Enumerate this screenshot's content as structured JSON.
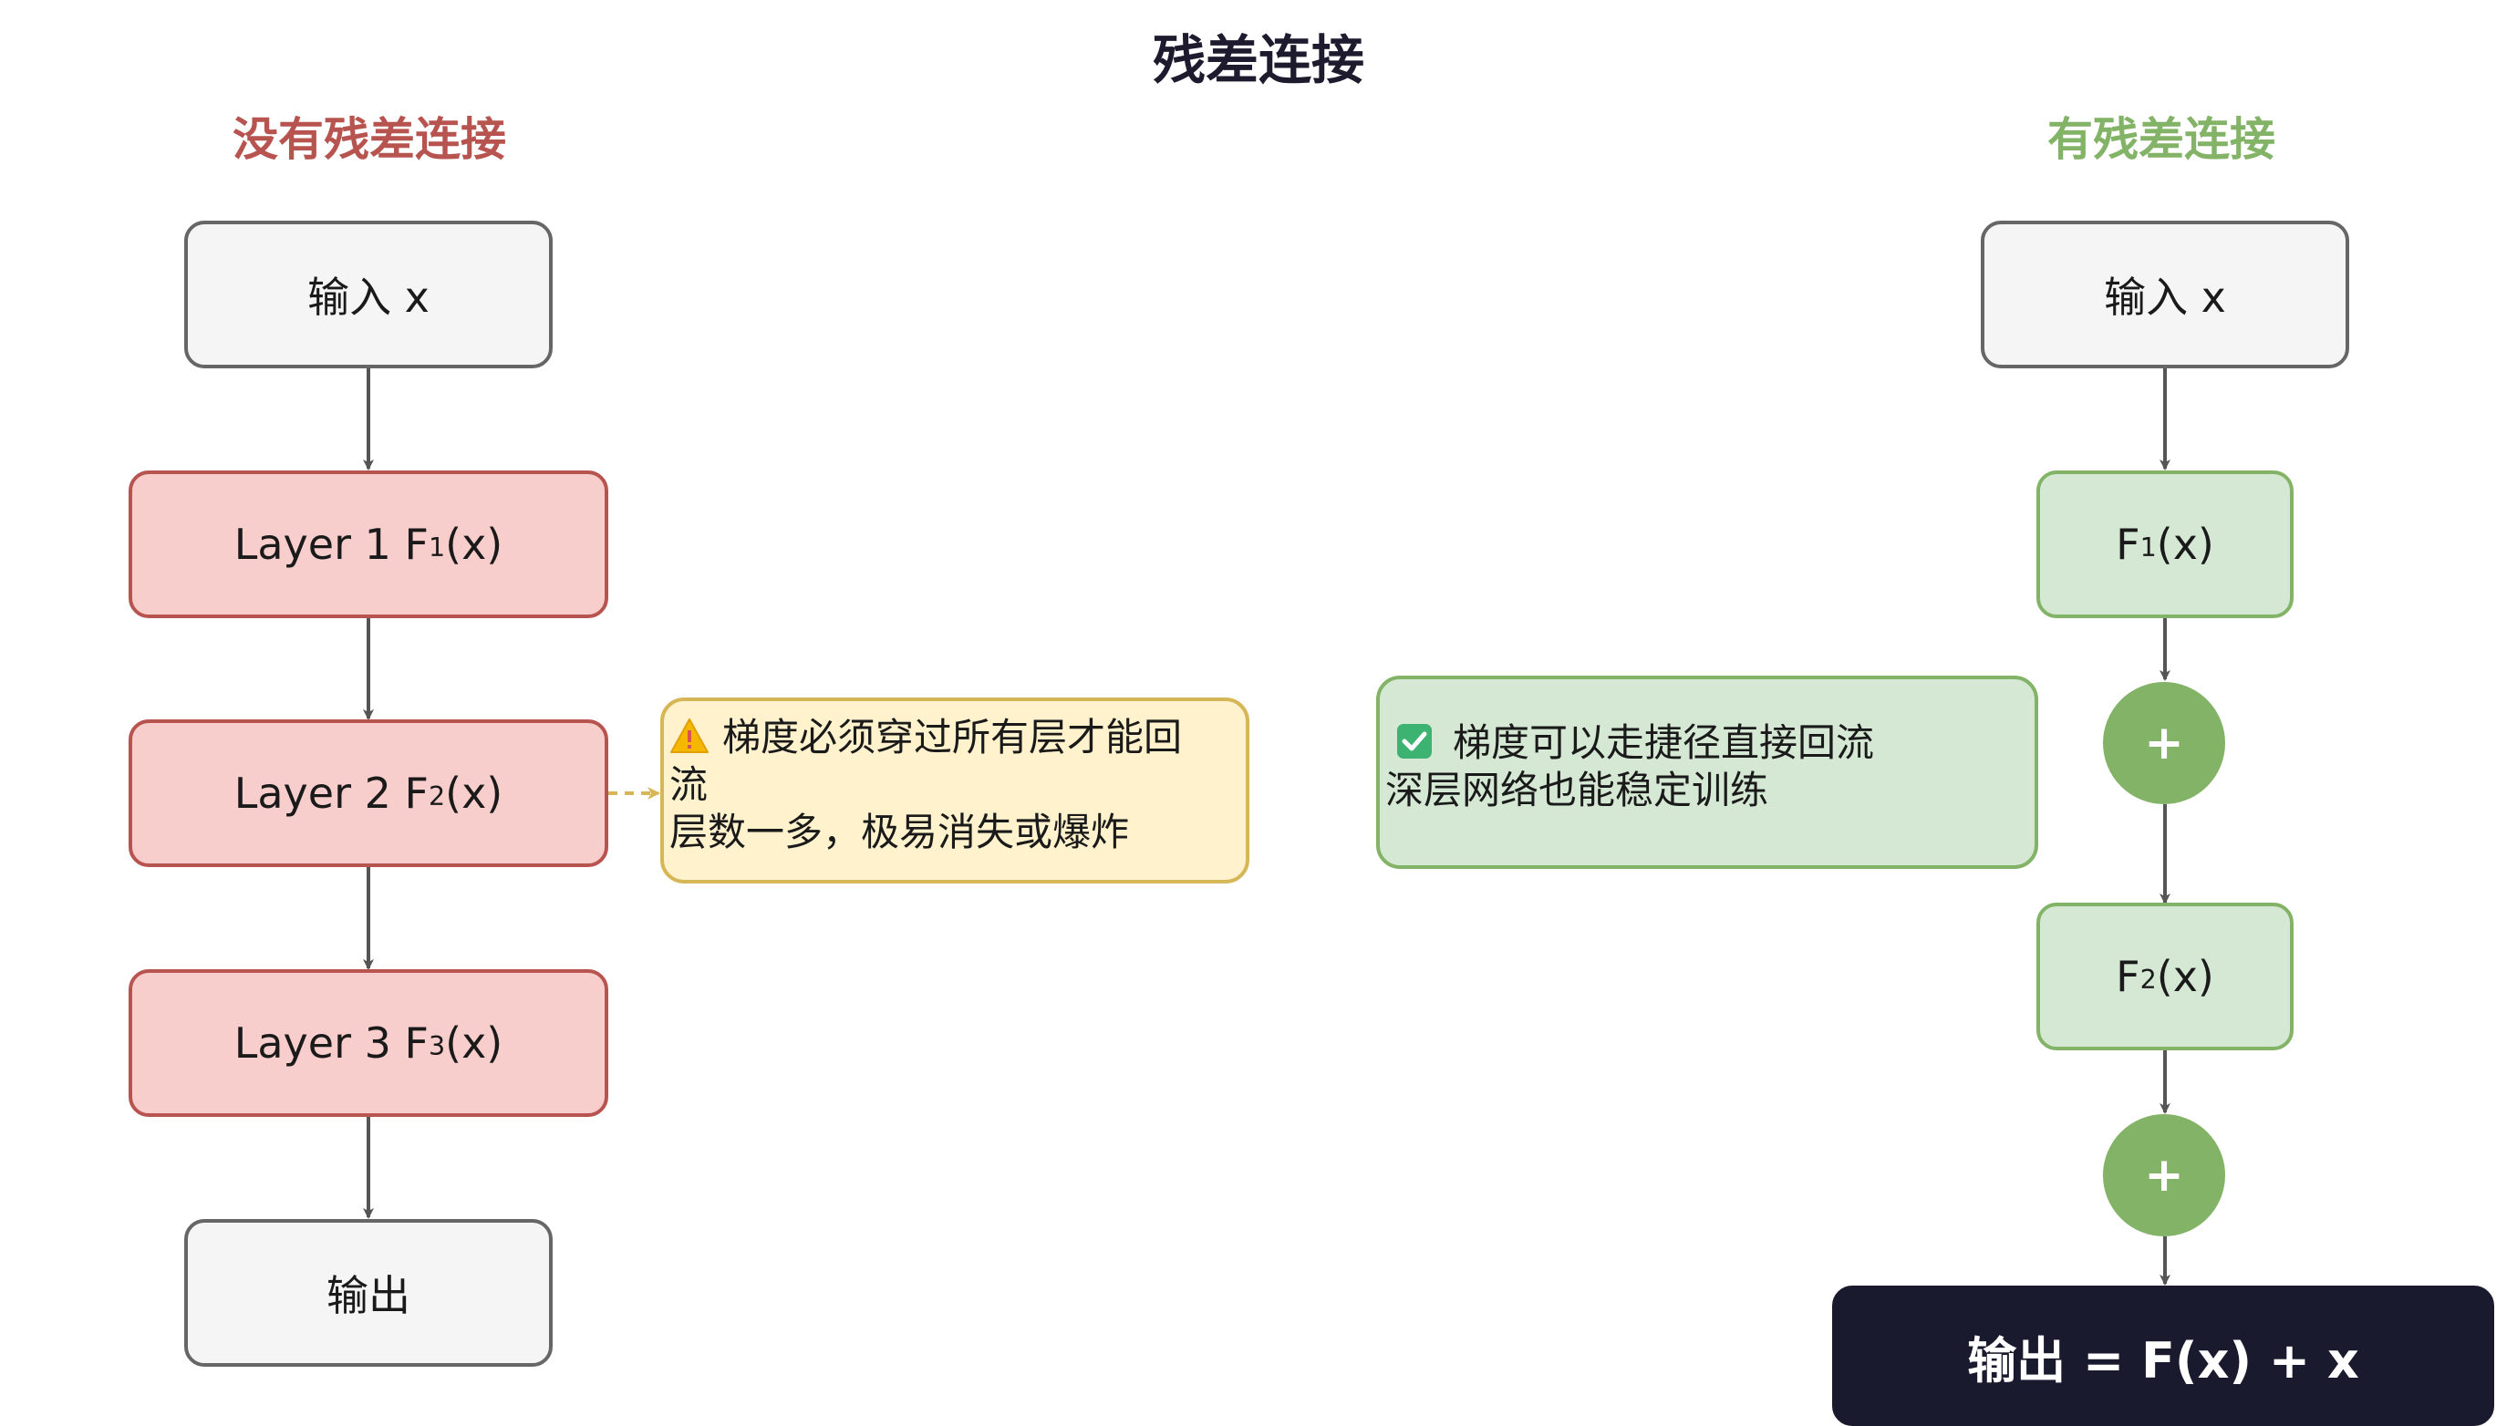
{
  "title": "残差连接",
  "left": {
    "heading": "没有残差连接",
    "input": "输入 x",
    "layers": [
      {
        "text": "Layer 1 F",
        "sub": "1",
        "tail": "(x)"
      },
      {
        "text": "Layer 2 F",
        "sub": "2",
        "tail": "(x)"
      },
      {
        "text": "Layer 3 F",
        "sub": "3",
        "tail": "(x)"
      }
    ],
    "output": "输出",
    "note": {
      "icon": "warning-icon",
      "line1": "梯度必须穿过所有层才能回",
      "line2": "流",
      "line3": "层数一多，极易消失或爆炸"
    }
  },
  "right": {
    "heading": "有残差连接",
    "input": "输入 x",
    "blocks": [
      {
        "text": "F",
        "sub": "1",
        "tail": "(x)"
      },
      {
        "text": "F",
        "sub": "2",
        "tail": "(x)"
      }
    ],
    "plus": "+",
    "output": "输出 = F(x) + x",
    "note": {
      "icon": "check-icon",
      "line1": "梯度可以走捷径直接回流",
      "line2": "深层网络也能稳定训练"
    }
  },
  "colors": {
    "red_fill": "#f8cecc",
    "red_stroke": "#b85450",
    "green_fill": "#d5e8d4",
    "green_stroke": "#82b366",
    "yellow_fill": "#fff2cc",
    "yellow_stroke": "#d6b656",
    "gray_fill": "#f5f5f5",
    "gray_stroke": "#666666",
    "dark_fill": "#1a1a2e"
  }
}
